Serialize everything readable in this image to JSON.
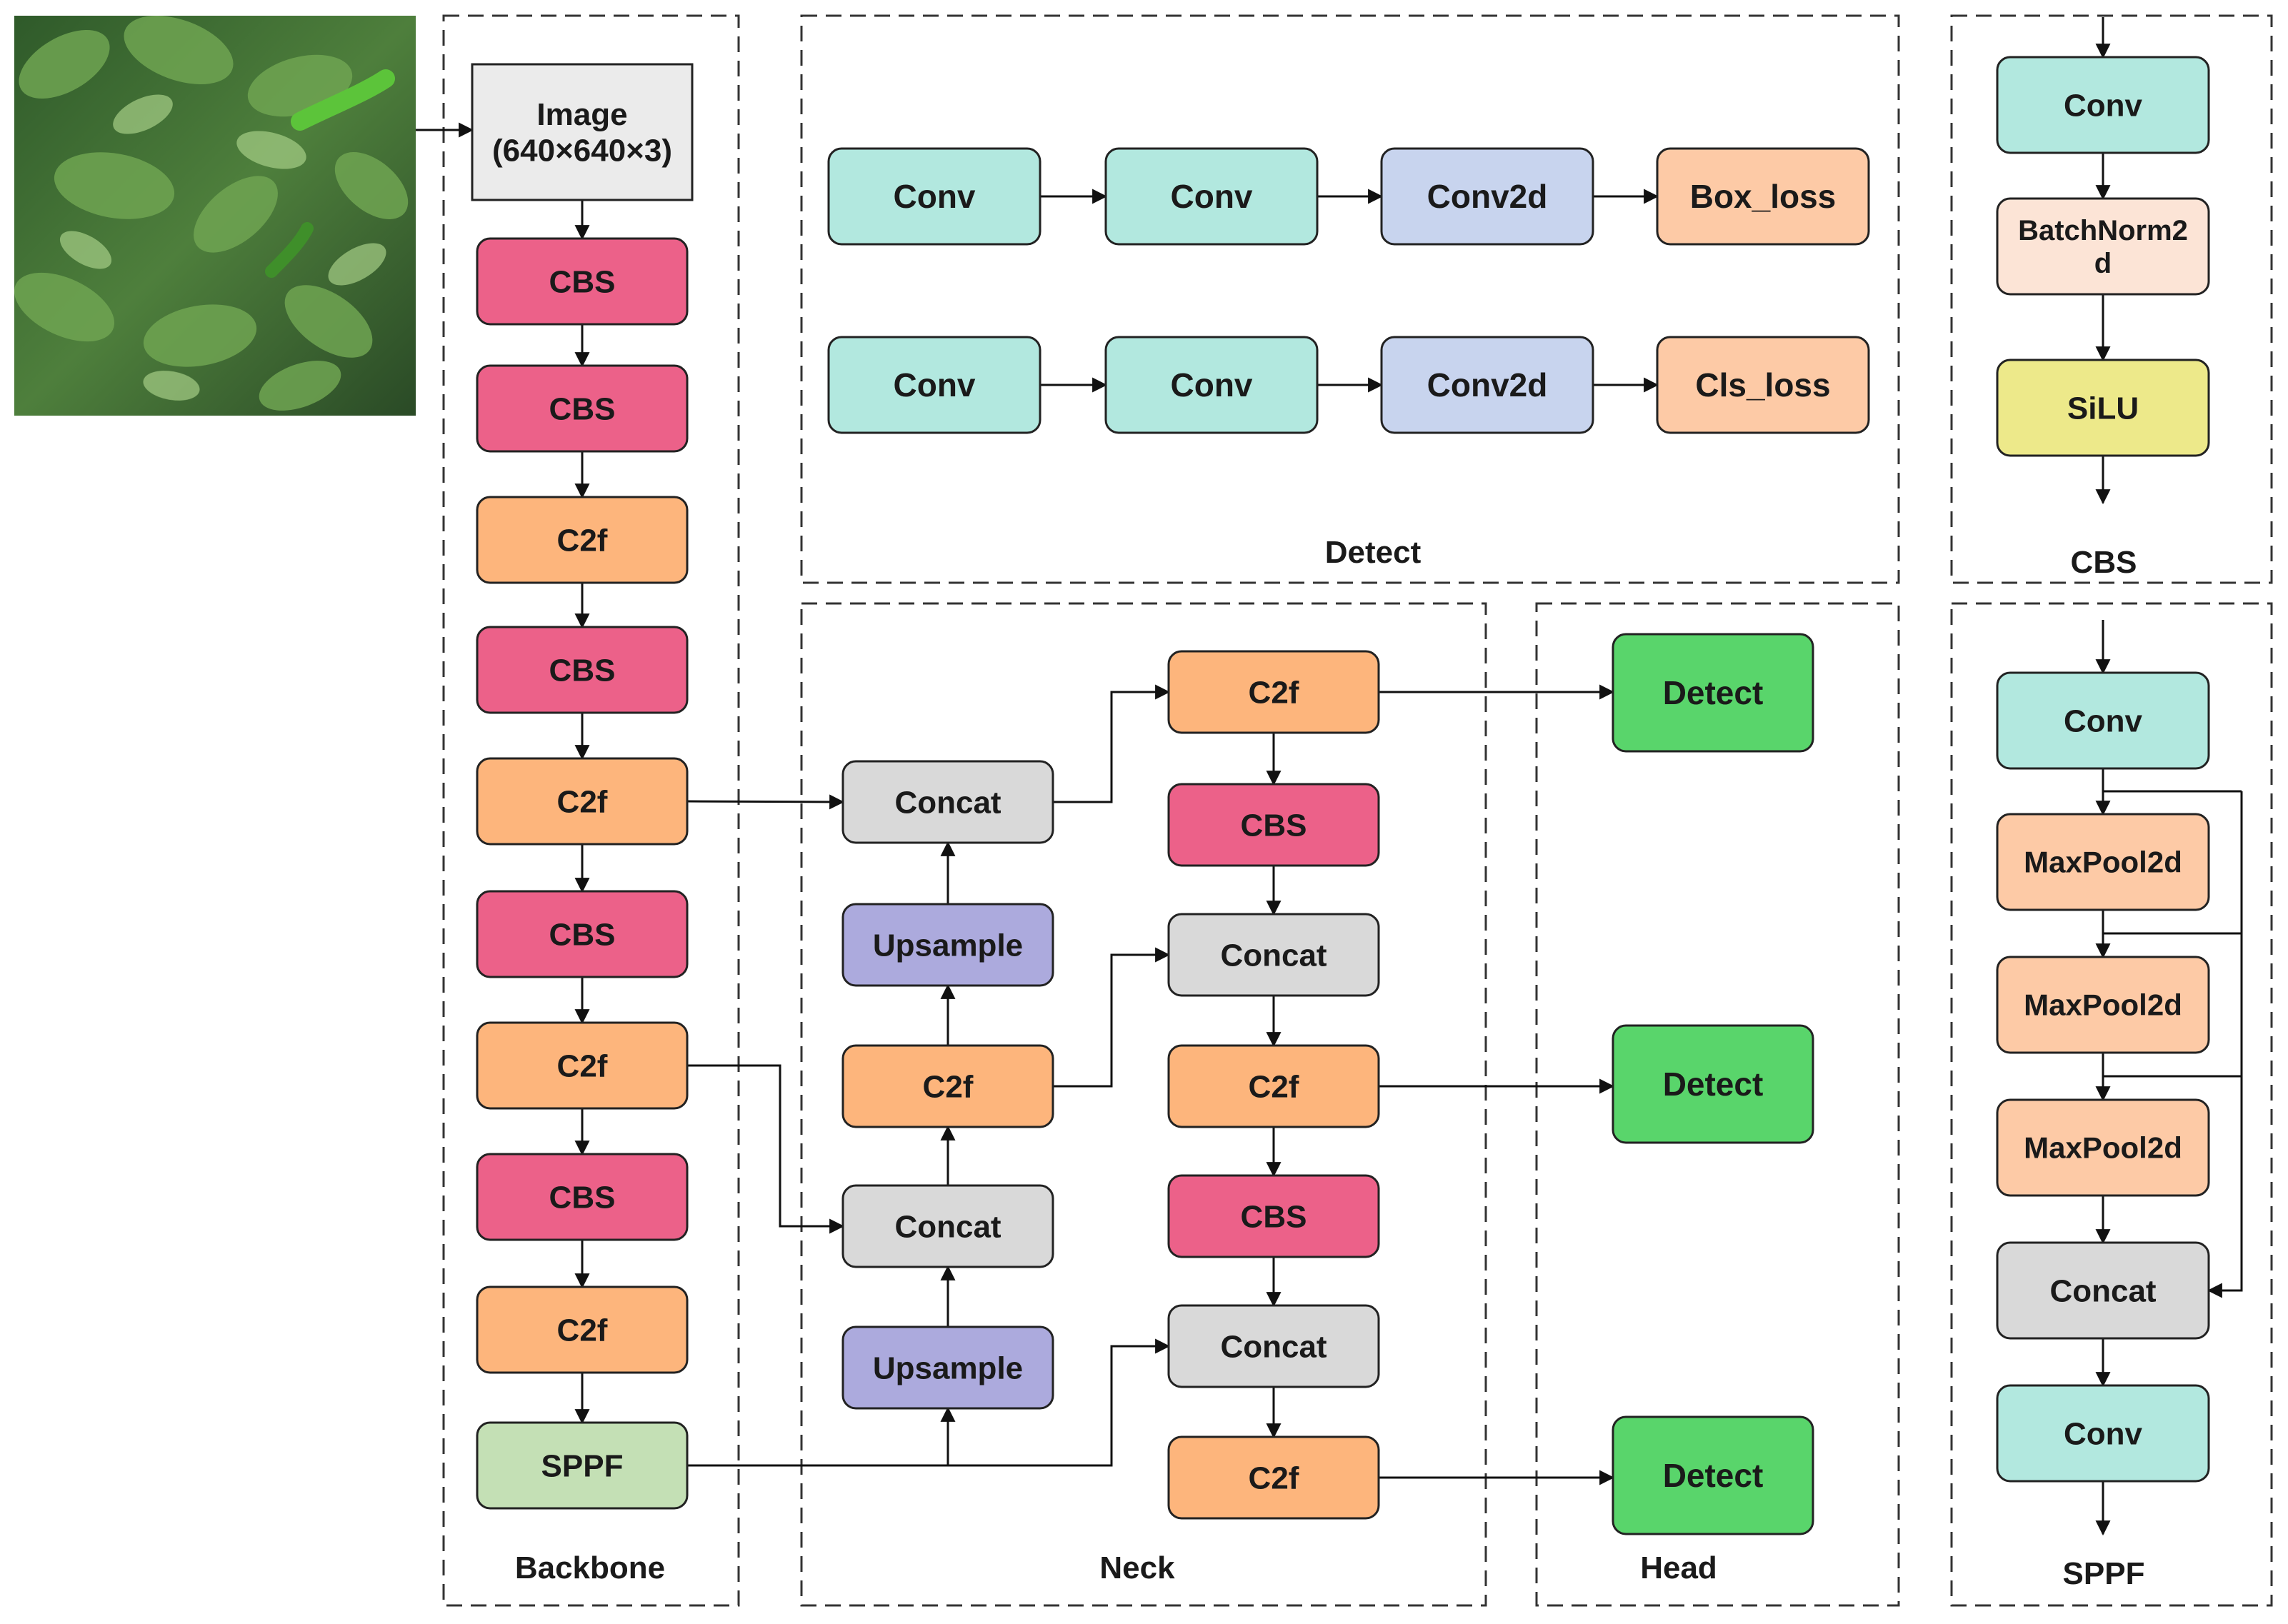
{
  "colors": {
    "conv": "#b2e8df",
    "conv2d": "#c8d4ee",
    "loss": "#fdcaa6",
    "cbs": "#ec6189",
    "c2f": "#fdb57c",
    "concat": "#d9d9d9",
    "upsample": "#acaadd",
    "detect": "#59d56b",
    "sppf": "#c4e0b5",
    "batchnorm": "#fce4d6",
    "silu": "#ede98a",
    "maxpool": "#fdcaa6",
    "image": "#ebebeb",
    "stroke": "#222222"
  },
  "sections": {
    "backbone": "Backbone",
    "neck": "Neck",
    "head": "Head",
    "detect": "Detect",
    "cbs": "CBS",
    "sppf": "SPPF"
  },
  "nodes": {
    "image": "Image\n(640×640×3)",
    "bb_cbs1": "CBS",
    "bb_cbs2": "CBS",
    "bb_c2f1": "C2f",
    "bb_cbs3": "CBS",
    "bb_c2f2": "C2f",
    "bb_cbs4": "CBS",
    "bb_c2f3": "C2f",
    "bb_cbs5": "CBS",
    "bb_c2f4": "C2f",
    "bb_sppf": "SPPF",
    "nk_concat1": "Concat",
    "nk_upsample1": "Upsample",
    "nk_c2f1": "C2f",
    "nk_concat2": "Concat",
    "nk_upsample2": "Upsample",
    "nk_c2f2": "C2f",
    "nk_cbs1": "CBS",
    "nk_concat3": "Concat",
    "nk_c2f3": "C2f",
    "nk_cbs2": "CBS",
    "nk_concat4": "Concat",
    "nk_c2f4": "C2f",
    "hd_detect1": "Detect",
    "hd_detect2": "Detect",
    "hd_detect3": "Detect",
    "dt_conv1": "Conv",
    "dt_conv2": "Conv",
    "dt_conv2d1": "Conv2d",
    "dt_boxloss": "Box_loss",
    "dt_conv3": "Conv",
    "dt_conv4": "Conv",
    "dt_conv2d2": "Conv2d",
    "dt_clsloss": "Cls_loss",
    "cbs_conv": "Conv",
    "cbs_bn": "BatchNorm2\nd",
    "cbs_silu": "SiLU",
    "sp_conv1": "Conv",
    "sp_mp1": "MaxPool2d",
    "sp_mp2": "MaxPool2d",
    "sp_mp3": "MaxPool2d",
    "sp_concat": "Concat",
    "sp_conv2": "Conv"
  }
}
